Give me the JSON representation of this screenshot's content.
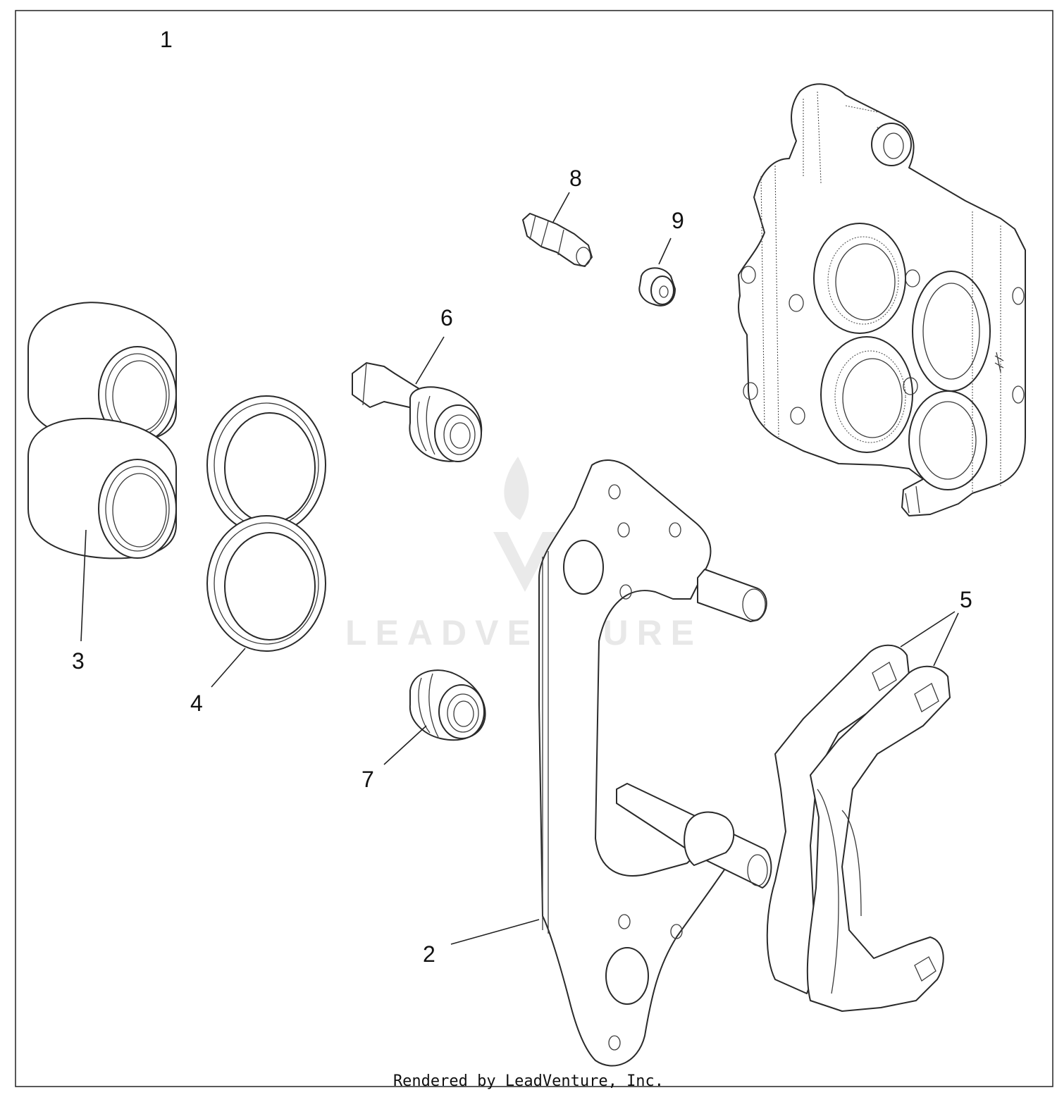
{
  "diagram": {
    "callouts": [
      {
        "id": "1",
        "label": "1"
      },
      {
        "id": "2",
        "label": "2"
      },
      {
        "id": "3",
        "label": "3"
      },
      {
        "id": "4",
        "label": "4"
      },
      {
        "id": "5",
        "label": "5"
      },
      {
        "id": "6",
        "label": "6"
      },
      {
        "id": "7",
        "label": "7"
      },
      {
        "id": "8",
        "label": "8"
      },
      {
        "id": "9",
        "label": "9"
      }
    ],
    "watermark": "LEADVENTURE",
    "footer": "Rendered by LeadVenture, Inc."
  },
  "colors": {
    "line": "#2a2a2a",
    "background": "#ffffff",
    "watermark": "#e6e6e6"
  }
}
